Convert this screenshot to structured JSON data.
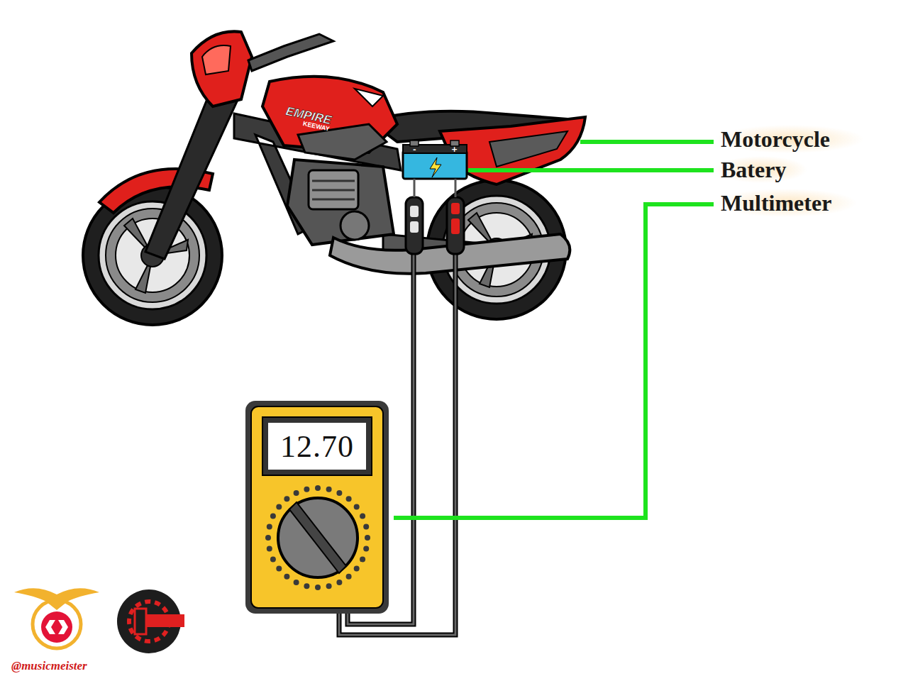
{
  "diagram": {
    "labels": [
      "Motorcycle",
      "Batery",
      "Multimeter",
      "12.70",
      "EMPIRE",
      "KEEWAY",
      "-",
      "+",
      "@musicmeister"
    ]
  }
}
